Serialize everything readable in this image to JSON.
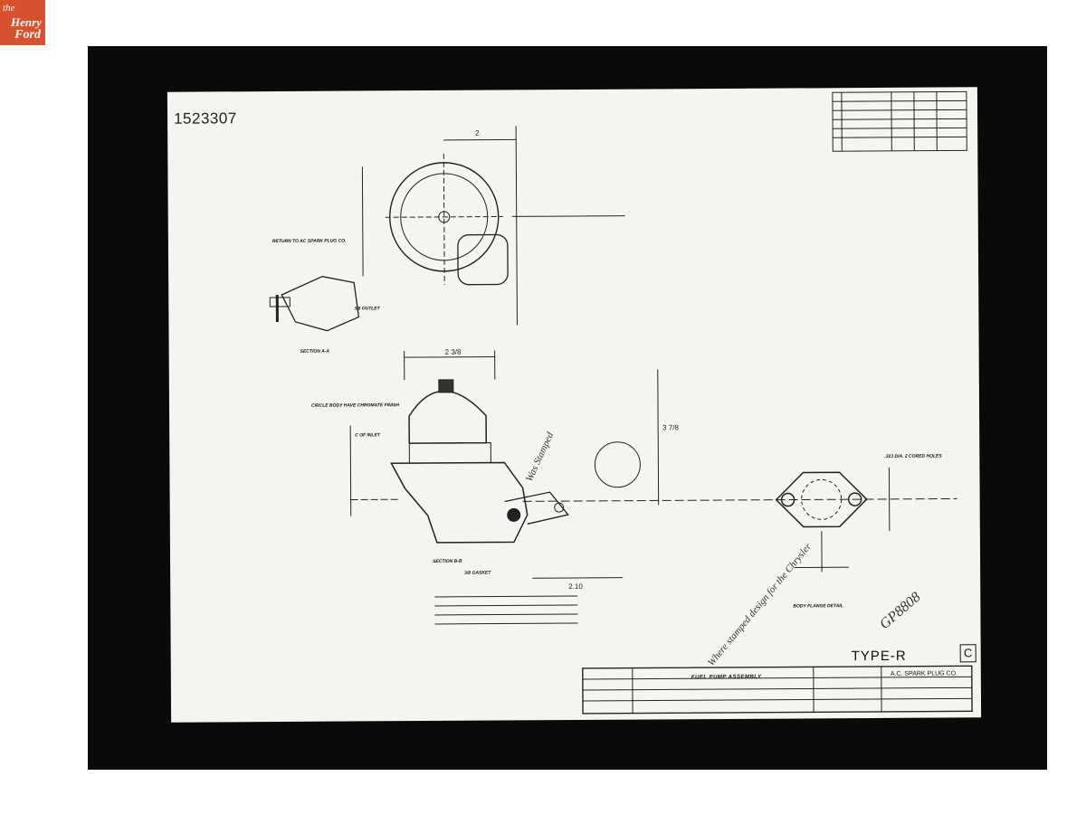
{
  "logo": {
    "line_the": "the",
    "line_1": "Henry",
    "line_2": "Ford"
  },
  "drawing": {
    "number": "1523307",
    "type_label": "TYPE-R",
    "revision_letter": "C",
    "title_block": {
      "title": "FUEL PUMP ASSEMBLY",
      "company": "A.C. SPARK PLUG CO."
    },
    "labels": {
      "return_note": "RETURN TO AC SPARK PLUG CO.",
      "outlet": "3/8 OUTLET",
      "section_aa": "SECTION A-A",
      "section_bb": "SECTION B-B",
      "finish_note": "CIRCLE BODY HAVE CHROMATE FINISH",
      "inlet": "C OF INLET",
      "gasket": "3/8 GASKET",
      "flange_detail": "BODY FLANGE DETAIL",
      "holes": ".323 DIA. 2 CORED HOLES"
    },
    "dimensions": {
      "top_width": "2",
      "body_width": "2 3/8",
      "height": "3 7/8",
      "lever": "2.10"
    },
    "handwriting": {
      "note_1": "Was Stamped",
      "note_2": "Where stamped design for the Chrysler",
      "stamp": "GP8808"
    }
  }
}
